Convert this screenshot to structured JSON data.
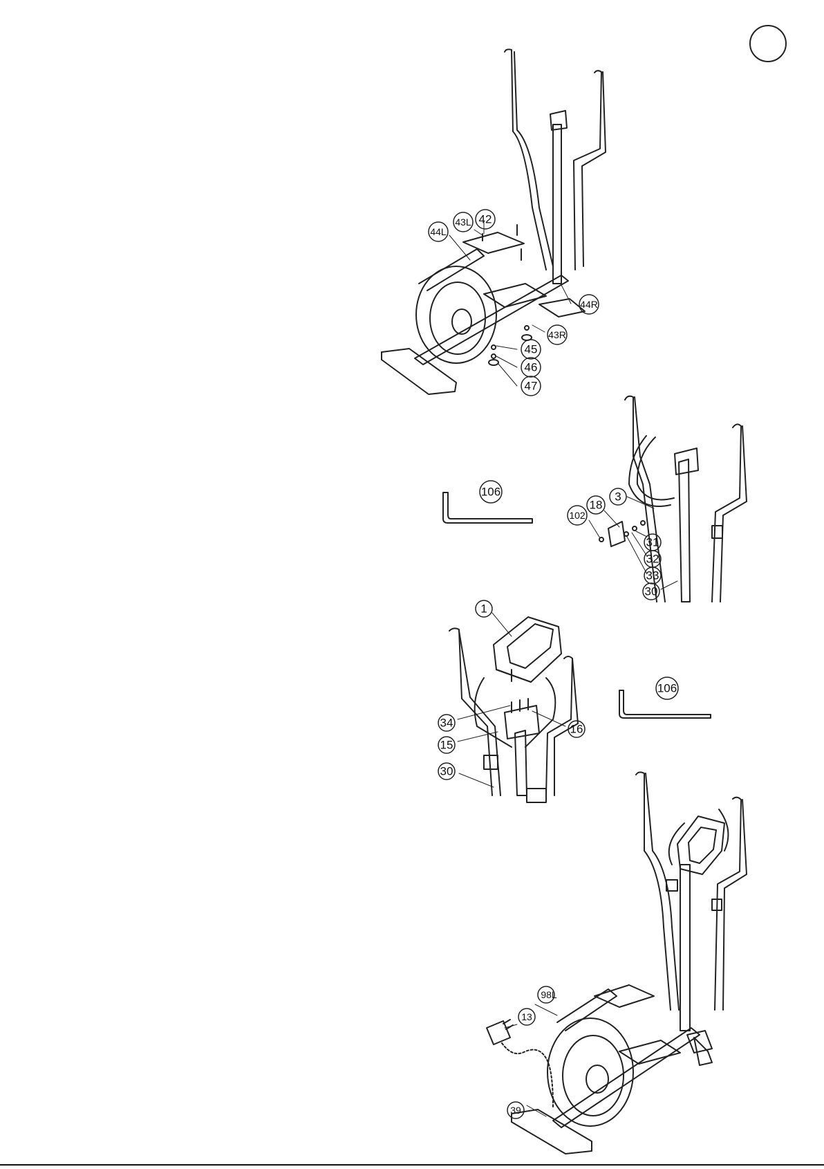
{
  "page": {
    "step_marker": ""
  },
  "figures": [
    {
      "name": "pedals-assembly",
      "callouts": [
        "44L",
        "43L",
        "42",
        "44R",
        "43R",
        "45",
        "46",
        "47"
      ]
    },
    {
      "name": "handlebar-assembly",
      "tool_label": "106",
      "callouts": [
        "3",
        "18",
        "102",
        "31",
        "32",
        "33",
        "30"
      ]
    },
    {
      "name": "console-assembly",
      "tool_label": "106",
      "callouts": [
        "1",
        "34",
        "16",
        "15",
        "30"
      ]
    },
    {
      "name": "power-adapter-assembly",
      "callouts": [
        "98L",
        "13",
        "39"
      ]
    }
  ]
}
